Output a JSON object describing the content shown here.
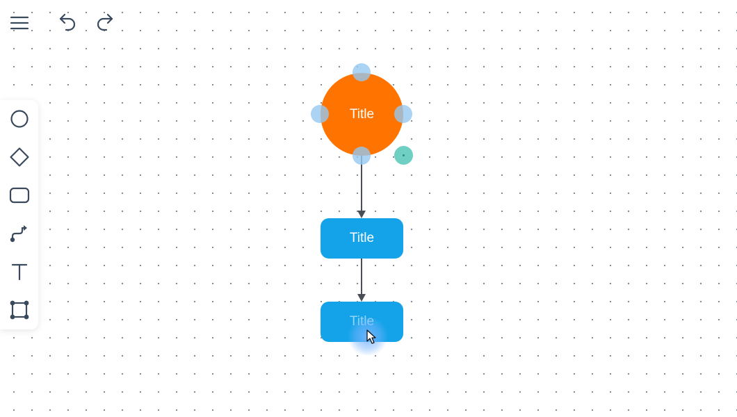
{
  "toolbar": {
    "menu_icon": "hamburger-menu-icon",
    "undo_icon": "undo-icon",
    "redo_icon": "redo-icon"
  },
  "tools": [
    {
      "name": "circle-tool",
      "icon": "circle-icon"
    },
    {
      "name": "diamond-tool",
      "icon": "diamond-icon"
    },
    {
      "name": "rectangle-tool",
      "icon": "rounded-rectangle-icon"
    },
    {
      "name": "connector-tool",
      "icon": "connector-icon"
    },
    {
      "name": "text-tool",
      "icon": "text-icon"
    },
    {
      "name": "frame-tool",
      "icon": "frame-icon"
    }
  ],
  "nodes": {
    "circle": {
      "label": "Title",
      "color": "#ff7400"
    },
    "rect1": {
      "label": "Title",
      "color": "#14a3e8"
    },
    "rect2": {
      "label": "Title",
      "color": "#14a3e8"
    }
  },
  "colors": {
    "icon": "#3a4a5c",
    "connector": "#4a4f57",
    "handle": "#96c8f0",
    "rotate_handle": "#6fcfc2",
    "grid_dot": "#7c8691"
  }
}
